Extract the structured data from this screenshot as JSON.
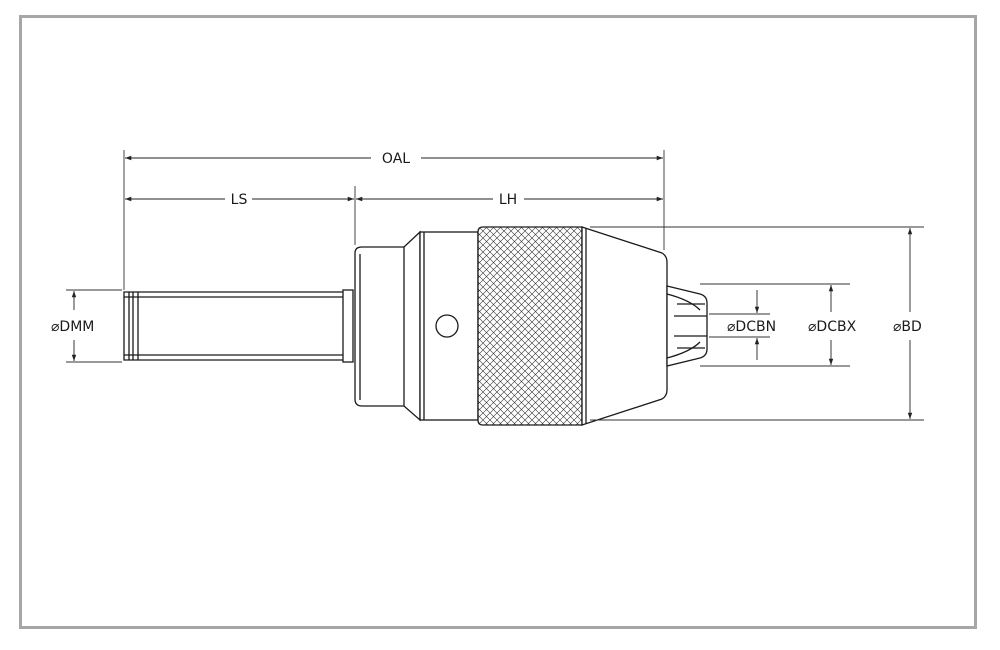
{
  "diagram": {
    "labels": {
      "oal": "OAL",
      "ls": "LS",
      "lh": "LH",
      "dmm": "⌀DMM",
      "dcbn": "⌀DCBN",
      "dcbx": "⌀DCBX",
      "bd": "⌀BD"
    }
  }
}
